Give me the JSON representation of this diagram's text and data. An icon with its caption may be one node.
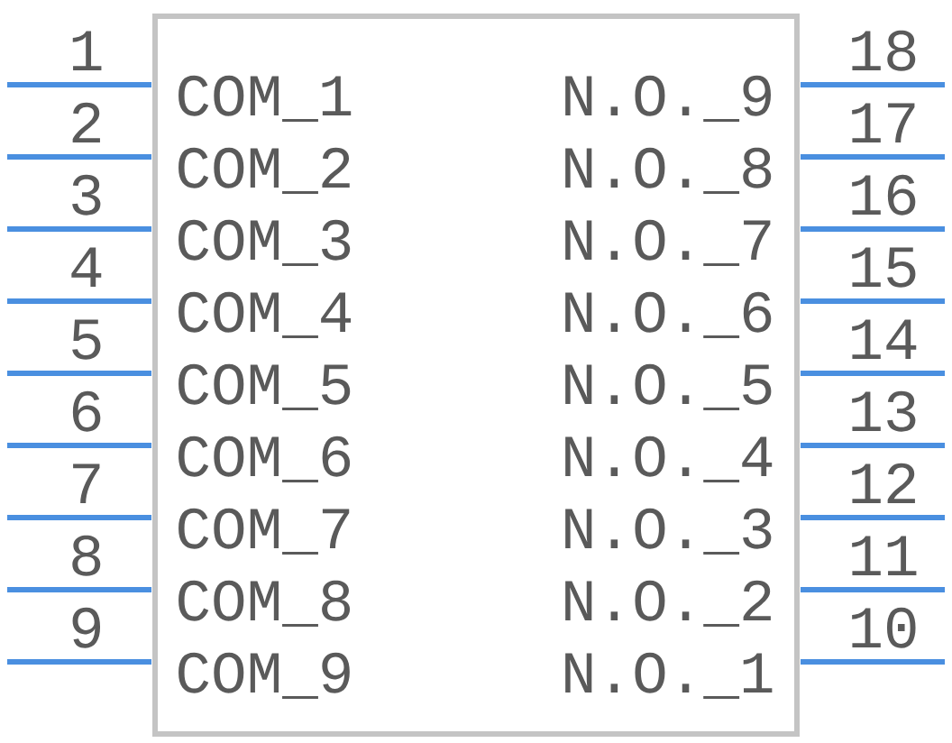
{
  "diagram": {
    "nodes": [
      {
        "text": [],
        "shape": "box"
      }
    ],
    "edges": [],
    "labels": [
      "1",
      "COM_1",
      "N.O._9",
      "18",
      "2",
      "COM_2",
      "N.O._8",
      "17",
      "3",
      "COM_3",
      "N.O._7",
      "16",
      "4",
      "COM_4",
      "N.O._6",
      "15",
      "5",
      "COM_5",
      "N.O._5",
      "14",
      "6",
      "COM_6",
      "N.O._4",
      "13",
      "7",
      "COM_7",
      "N.O._3",
      "12",
      "8",
      "COM_8",
      "N.O._2",
      "11",
      "9",
      "COM_9",
      "N.O._1",
      "10"
    ]
  }
}
